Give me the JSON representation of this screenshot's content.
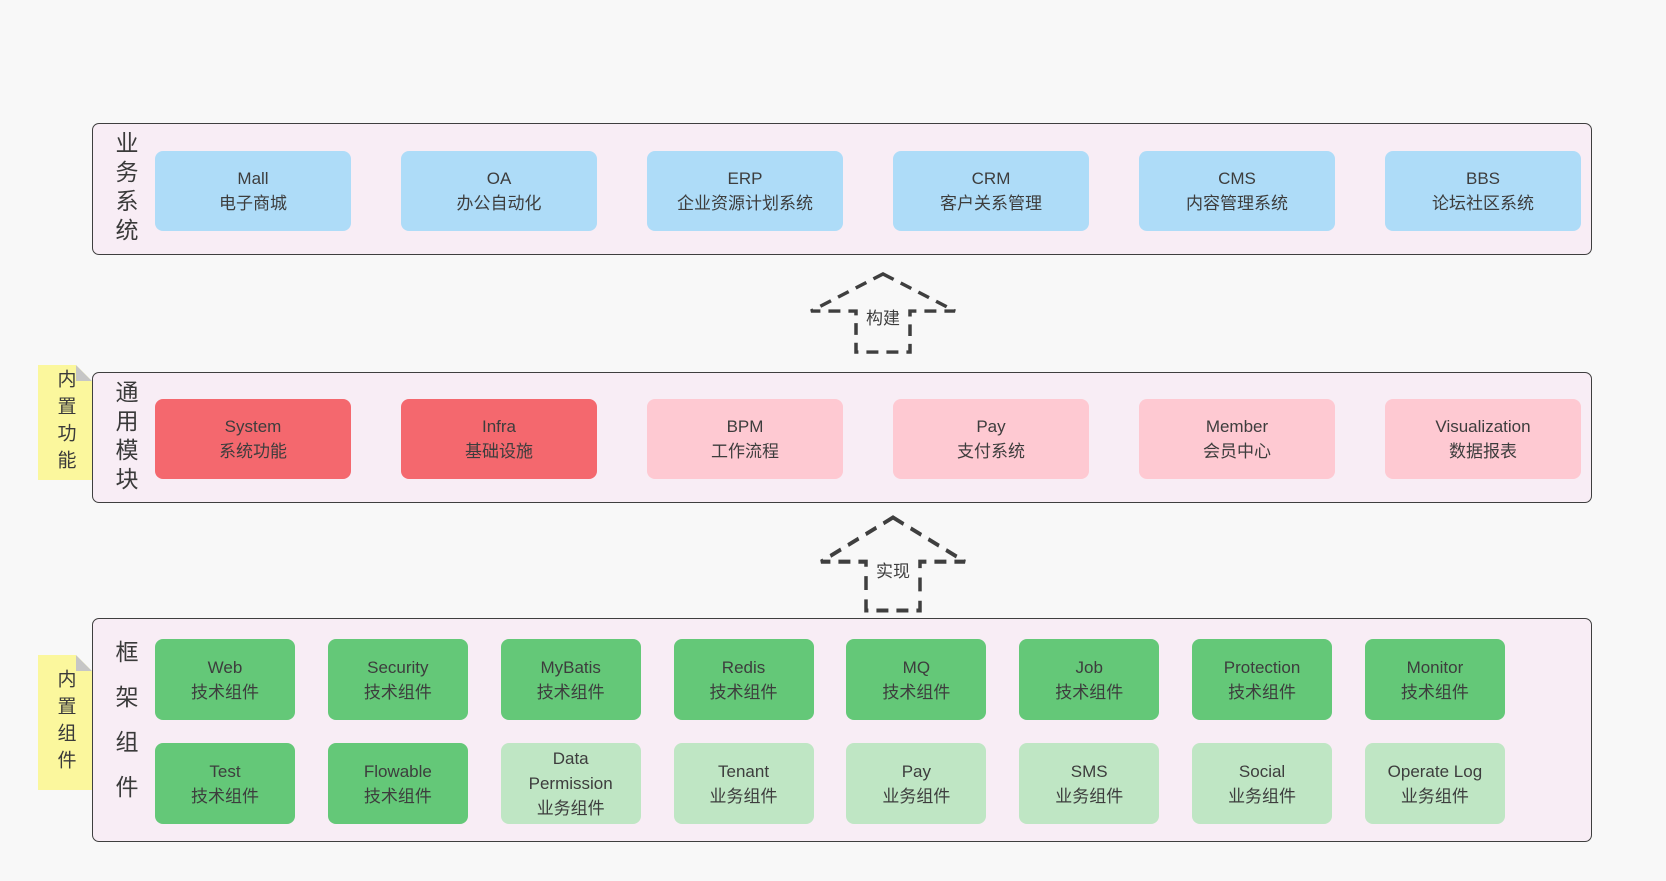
{
  "colors": {
    "page_bg": "#f8f8f8",
    "band_bg": "#f8edf5",
    "band_border": "#3f3f3f",
    "blue_box": "#aedcf8",
    "red_box": "#f4686e",
    "pink_box": "#fec9d2",
    "green_box": "#64c878",
    "light_green_box": "#bfe6c4",
    "note_yellow": "#fbf79d",
    "note_fold_gray": "#c6c6c6",
    "text": "#3d3d3d"
  },
  "arrows": [
    {
      "label": "构建",
      "icon": "dashed-up-arrow"
    },
    {
      "label": "实现",
      "icon": "dashed-up-arrow"
    }
  ],
  "notes": [
    {
      "text": "内置功能"
    },
    {
      "text": "内置组件"
    }
  ],
  "bands": [
    {
      "label": "业务系统",
      "boxes": [
        {
          "name": "Mall",
          "desc": "电子商城",
          "type": "blue"
        },
        {
          "name": "OA",
          "desc": "办公自动化",
          "type": "blue"
        },
        {
          "name": "ERP",
          "desc": "企业资源计划系统",
          "type": "blue"
        },
        {
          "name": "CRM",
          "desc": "客户关系管理",
          "type": "blue"
        },
        {
          "name": "CMS",
          "desc": "内容管理系统",
          "type": "blue"
        },
        {
          "name": "BBS",
          "desc": "论坛社区系统",
          "type": "blue"
        }
      ]
    },
    {
      "label": "通用模块",
      "boxes": [
        {
          "name": "System",
          "desc": "系统功能",
          "type": "red"
        },
        {
          "name": "Infra",
          "desc": "基础设施",
          "type": "red"
        },
        {
          "name": "BPM",
          "desc": "工作流程",
          "type": "pink"
        },
        {
          "name": "Pay",
          "desc": "支付系统",
          "type": "pink"
        },
        {
          "name": "Member",
          "desc": "会员中心",
          "type": "pink"
        },
        {
          "name": "Visualization",
          "desc": "数据报表",
          "type": "pink"
        }
      ]
    },
    {
      "label": "框架组件",
      "rows": [
        [
          {
            "name": "Web",
            "desc": "技术组件",
            "type": "green"
          },
          {
            "name": "Security",
            "desc": "技术组件",
            "type": "green"
          },
          {
            "name": "MyBatis",
            "desc": "技术组件",
            "type": "green"
          },
          {
            "name": "Redis",
            "desc": "技术组件",
            "type": "green"
          },
          {
            "name": "MQ",
            "desc": "技术组件",
            "type": "green"
          },
          {
            "name": "Job",
            "desc": "技术组件",
            "type": "green"
          },
          {
            "name": "Protection",
            "desc": "技术组件",
            "type": "green"
          },
          {
            "name": "Monitor",
            "desc": "技术组件",
            "type": "green"
          }
        ],
        [
          {
            "name": "Test",
            "desc": "技术组件",
            "type": "green"
          },
          {
            "name": "Flowable",
            "desc": "技术组件",
            "type": "green"
          },
          {
            "name": "Data Permission",
            "desc": "业务组件",
            "type": "lightgreen"
          },
          {
            "name": "Tenant",
            "desc": "业务组件",
            "type": "lightgreen"
          },
          {
            "name": "Pay",
            "desc": "业务组件",
            "type": "lightgreen"
          },
          {
            "name": "SMS",
            "desc": "业务组件",
            "type": "lightgreen"
          },
          {
            "name": "Social",
            "desc": "业务组件",
            "type": "lightgreen"
          },
          {
            "name": "Operate Log",
            "desc": "业务组件",
            "type": "lightgreen"
          }
        ]
      ]
    }
  ]
}
